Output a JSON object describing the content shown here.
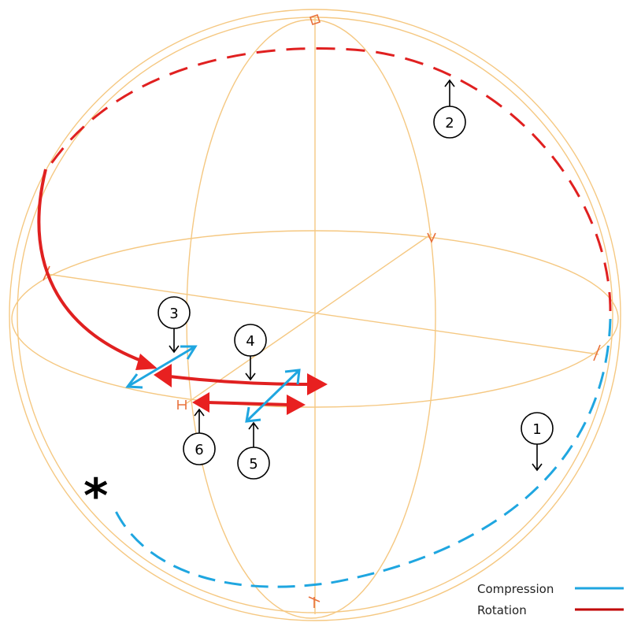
{
  "markers": [
    {
      "id": "1",
      "label": "1"
    },
    {
      "id": "2",
      "label": "2"
    },
    {
      "id": "3",
      "label": "3"
    },
    {
      "id": "4",
      "label": "4"
    },
    {
      "id": "5",
      "label": "5"
    },
    {
      "id": "6",
      "label": "6"
    }
  ],
  "star": "*",
  "legend": {
    "compression": {
      "label": "Compression",
      "color": "#1fa6e0"
    },
    "rotation": {
      "label": "Rotation",
      "color": "#c00000"
    }
  },
  "colors": {
    "frame": "#f5c882",
    "rotation": "#e02020",
    "compression": "#1fa6e0"
  }
}
